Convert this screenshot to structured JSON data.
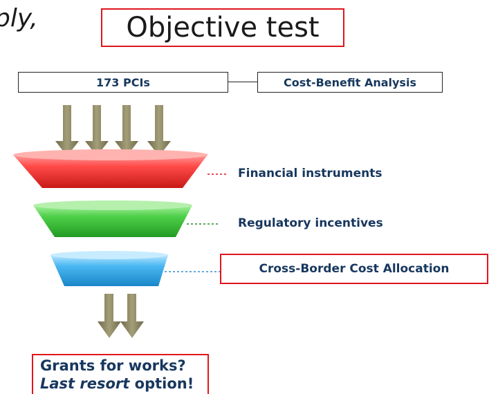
{
  "header": {
    "cut_text": "ply,",
    "title": "Objective test"
  },
  "top_boxes": {
    "pcis": "173 PCIs",
    "cba": "Cost-Benefit Analysis"
  },
  "funnel_labels": {
    "financial": "Financial instruments",
    "regulatory": "Regulatory incentives",
    "cross_border": "Cross-Border Cost Allocation"
  },
  "bottom": {
    "line1": "Grants for works?",
    "line2_em": "Last resort",
    "line2_rest": " option!"
  },
  "colors": {
    "red_layer": "#e8302e",
    "green_layer": "#3fbf3f",
    "blue_layer": "#2ea6e8",
    "arrow": "#8a8462",
    "label_text": "#17375e",
    "highlight_border": "#e0151c"
  }
}
